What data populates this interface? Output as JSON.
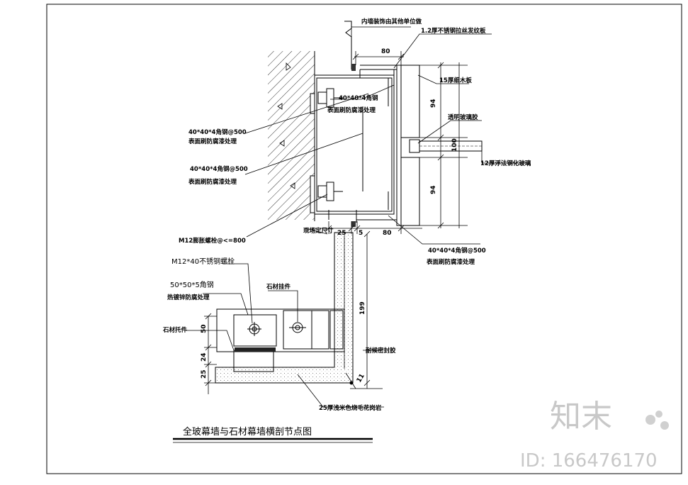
{
  "labels": {
    "inner_wall": "内墙装饰由其他单位做",
    "ss_plate": "1.2厚不锈钢拉丝发纹板",
    "wood_board": "15厚细木板",
    "angle_inner": "40*40*4角钢",
    "angle_inner_treat": "表面刷防腐漆处理",
    "angle_left1": "40*40*4角钢@500",
    "angle_left1_treat": "表面刷防腐漆处理",
    "angle_left2": "40*40*4角钢@500",
    "angle_left2_treat": "表面刷防腐漆处理",
    "glue": "透明玻璃胶",
    "glass": "12厚浮法钢化玻璃",
    "bolt_m12": "M12膨胀螺栓@<=800",
    "site_dim": "现场定尺寸",
    "angle_bottom": "40*40*4角钢@500",
    "angle_bottom_treat": "表面刷防腐漆处理",
    "bolt_ss": "M12*40不锈钢螺栓",
    "angle_50": "50*50*5角钢",
    "angle_50_treat": "热镀锌防腐处理",
    "stone_hanger": "石材挂件",
    "stone_bracket": "石材托件",
    "sealant": "耐候密封胶",
    "granite": "25厚浅米色烧毛花岗岩",
    "title": "全玻幕墙与石材幕墙横剖节点图"
  },
  "dimensions": {
    "top_80": "80",
    "v94_top": "94",
    "v100": "100",
    "v94_bottom": "94",
    "b25": "25",
    "b5": "5",
    "b80": "80",
    "v199": "199",
    "s50": "50",
    "s24": "24",
    "s25": "25",
    "s11": "11"
  },
  "watermark": {
    "logo_text": "知末",
    "id_text": "ID: 166476170"
  }
}
